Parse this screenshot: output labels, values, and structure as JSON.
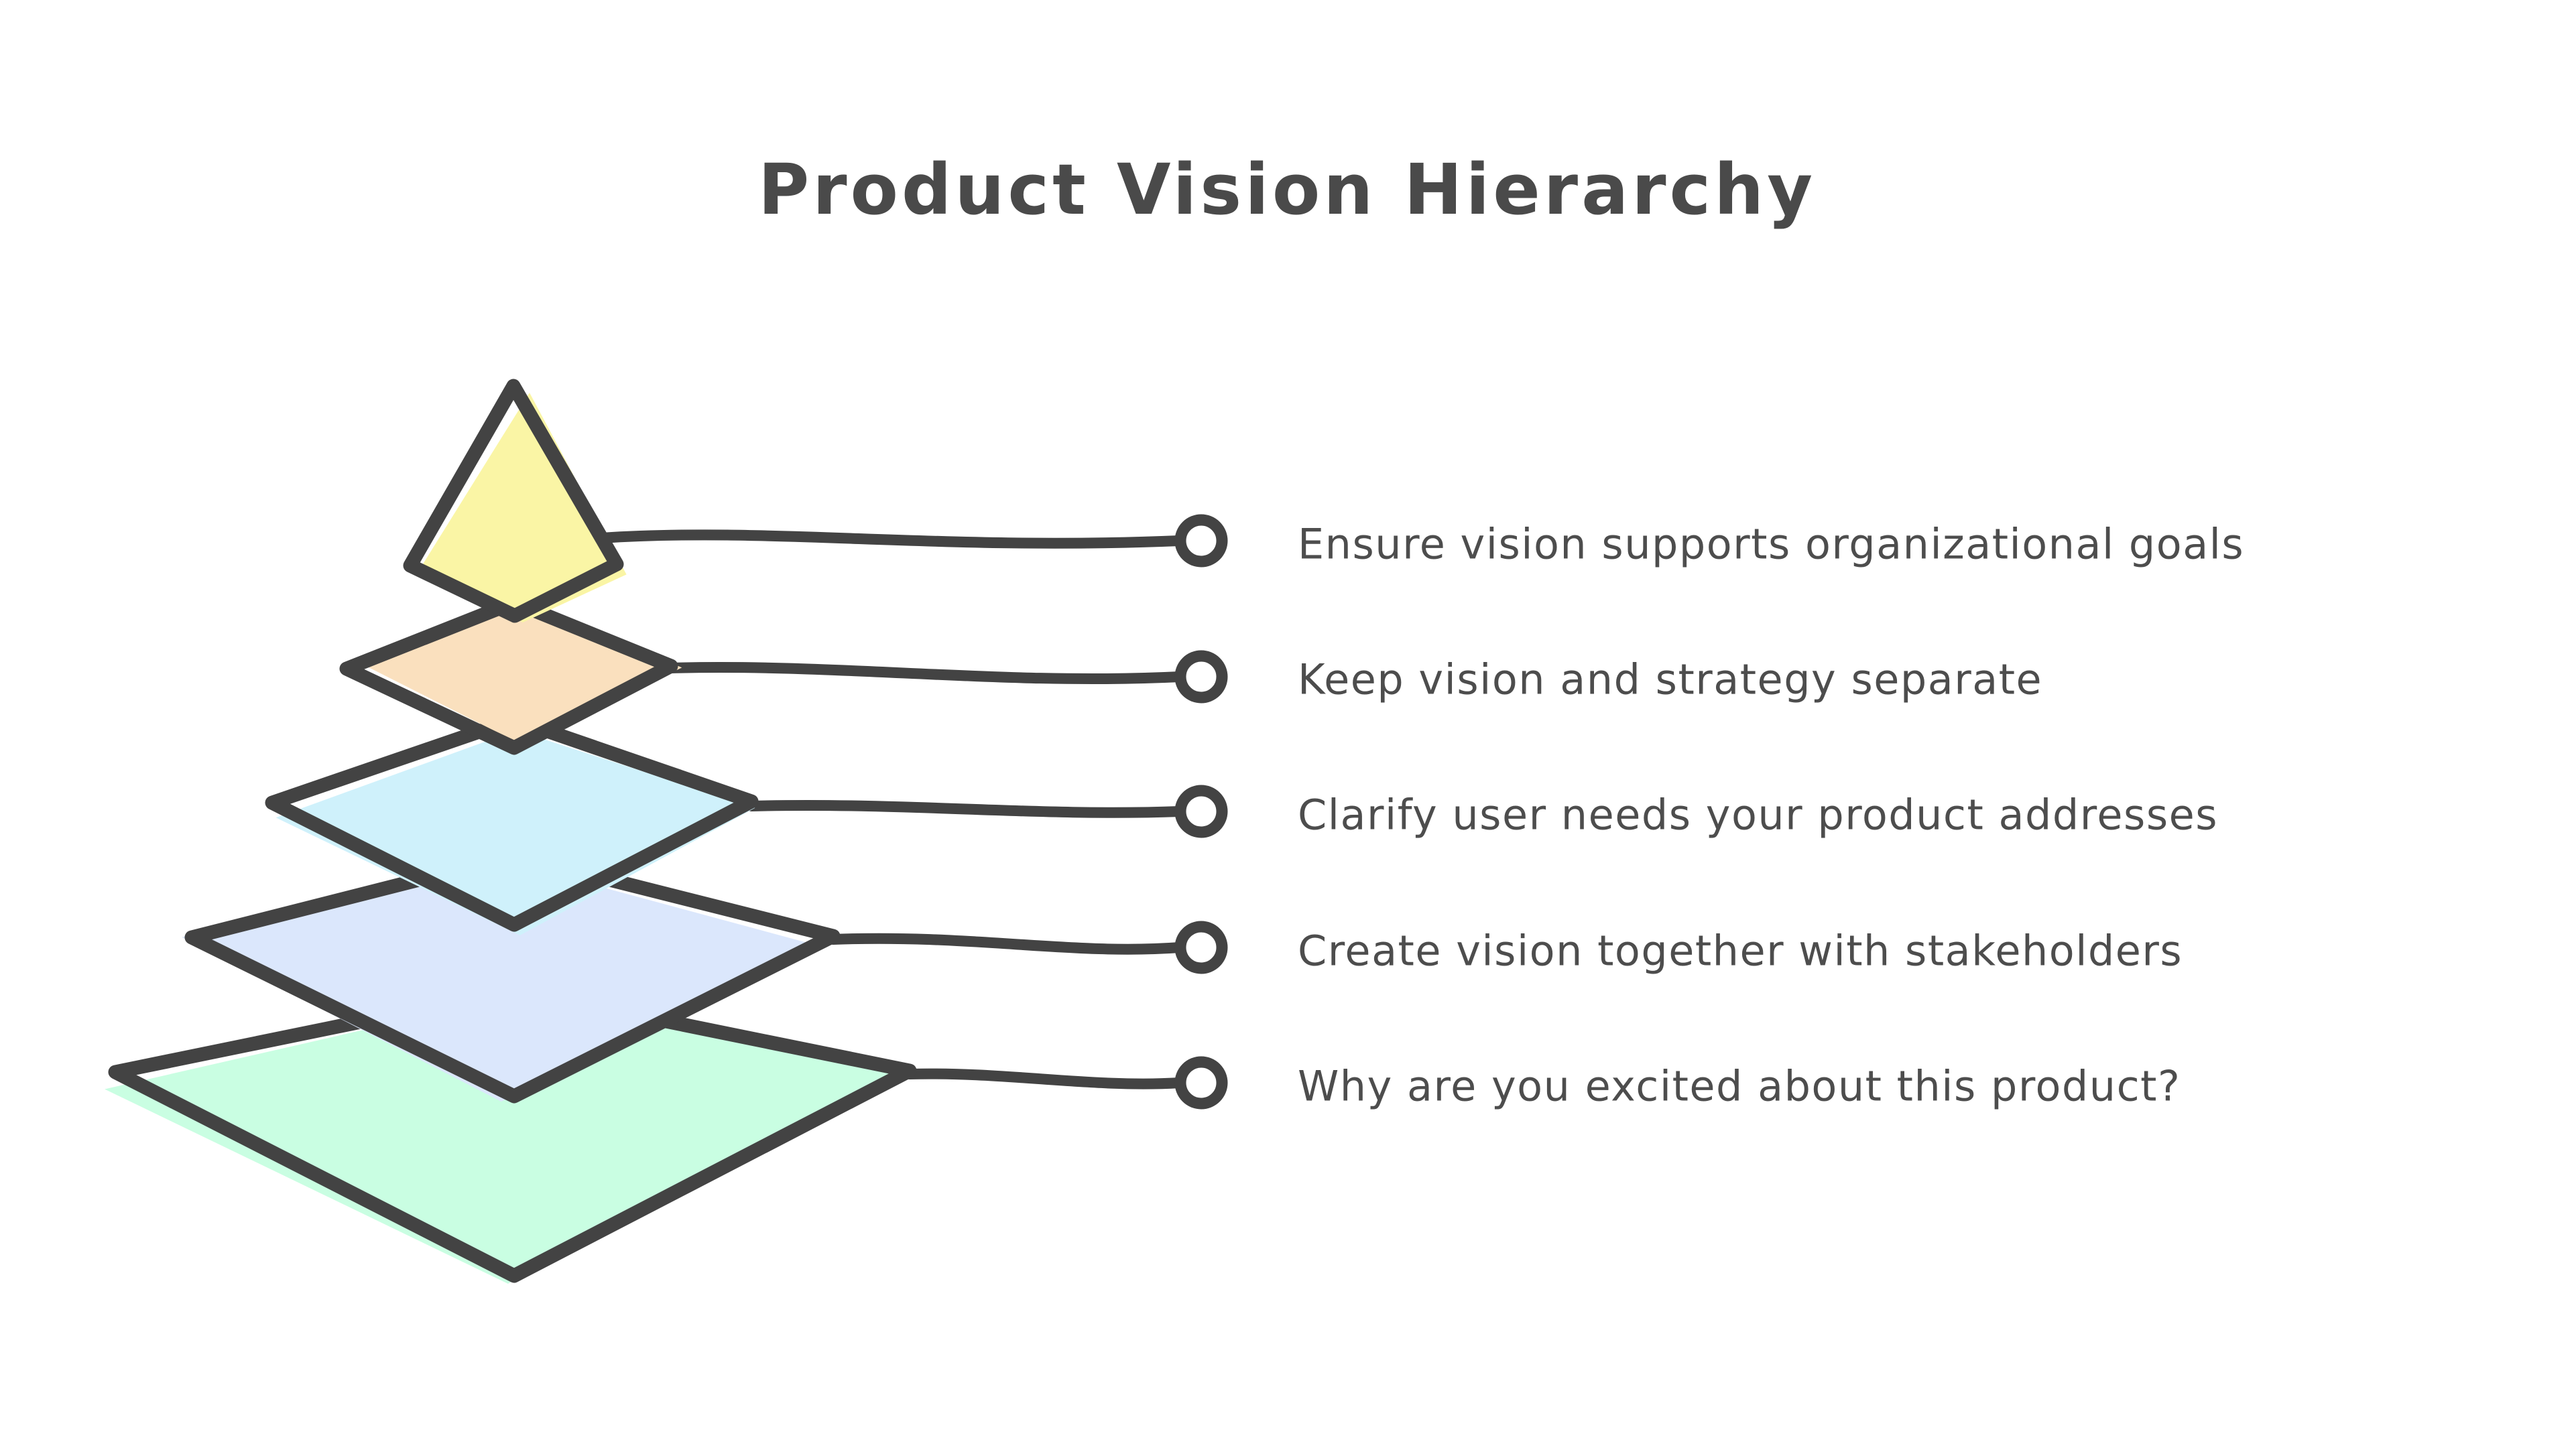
{
  "title": "Product Vision Hierarchy",
  "diagram": {
    "outline_color": "#434343",
    "title_color": "#4a4a4a",
    "label_color": "#4d4d4d",
    "layers": [
      {
        "color": "#FAF5A5",
        "label": "Ensure vision supports organizational goals"
      },
      {
        "color": "#FAE0BE",
        "label": "Keep vision and strategy separate"
      },
      {
        "color": "#CFF1FB",
        "label": "Clarify user needs your product addresses"
      },
      {
        "color": "#DBE7FC",
        "label": "Create vision together with stakeholders"
      },
      {
        "color": "#C9FEE2",
        "label": "Why are you excited about this product?"
      }
    ]
  }
}
